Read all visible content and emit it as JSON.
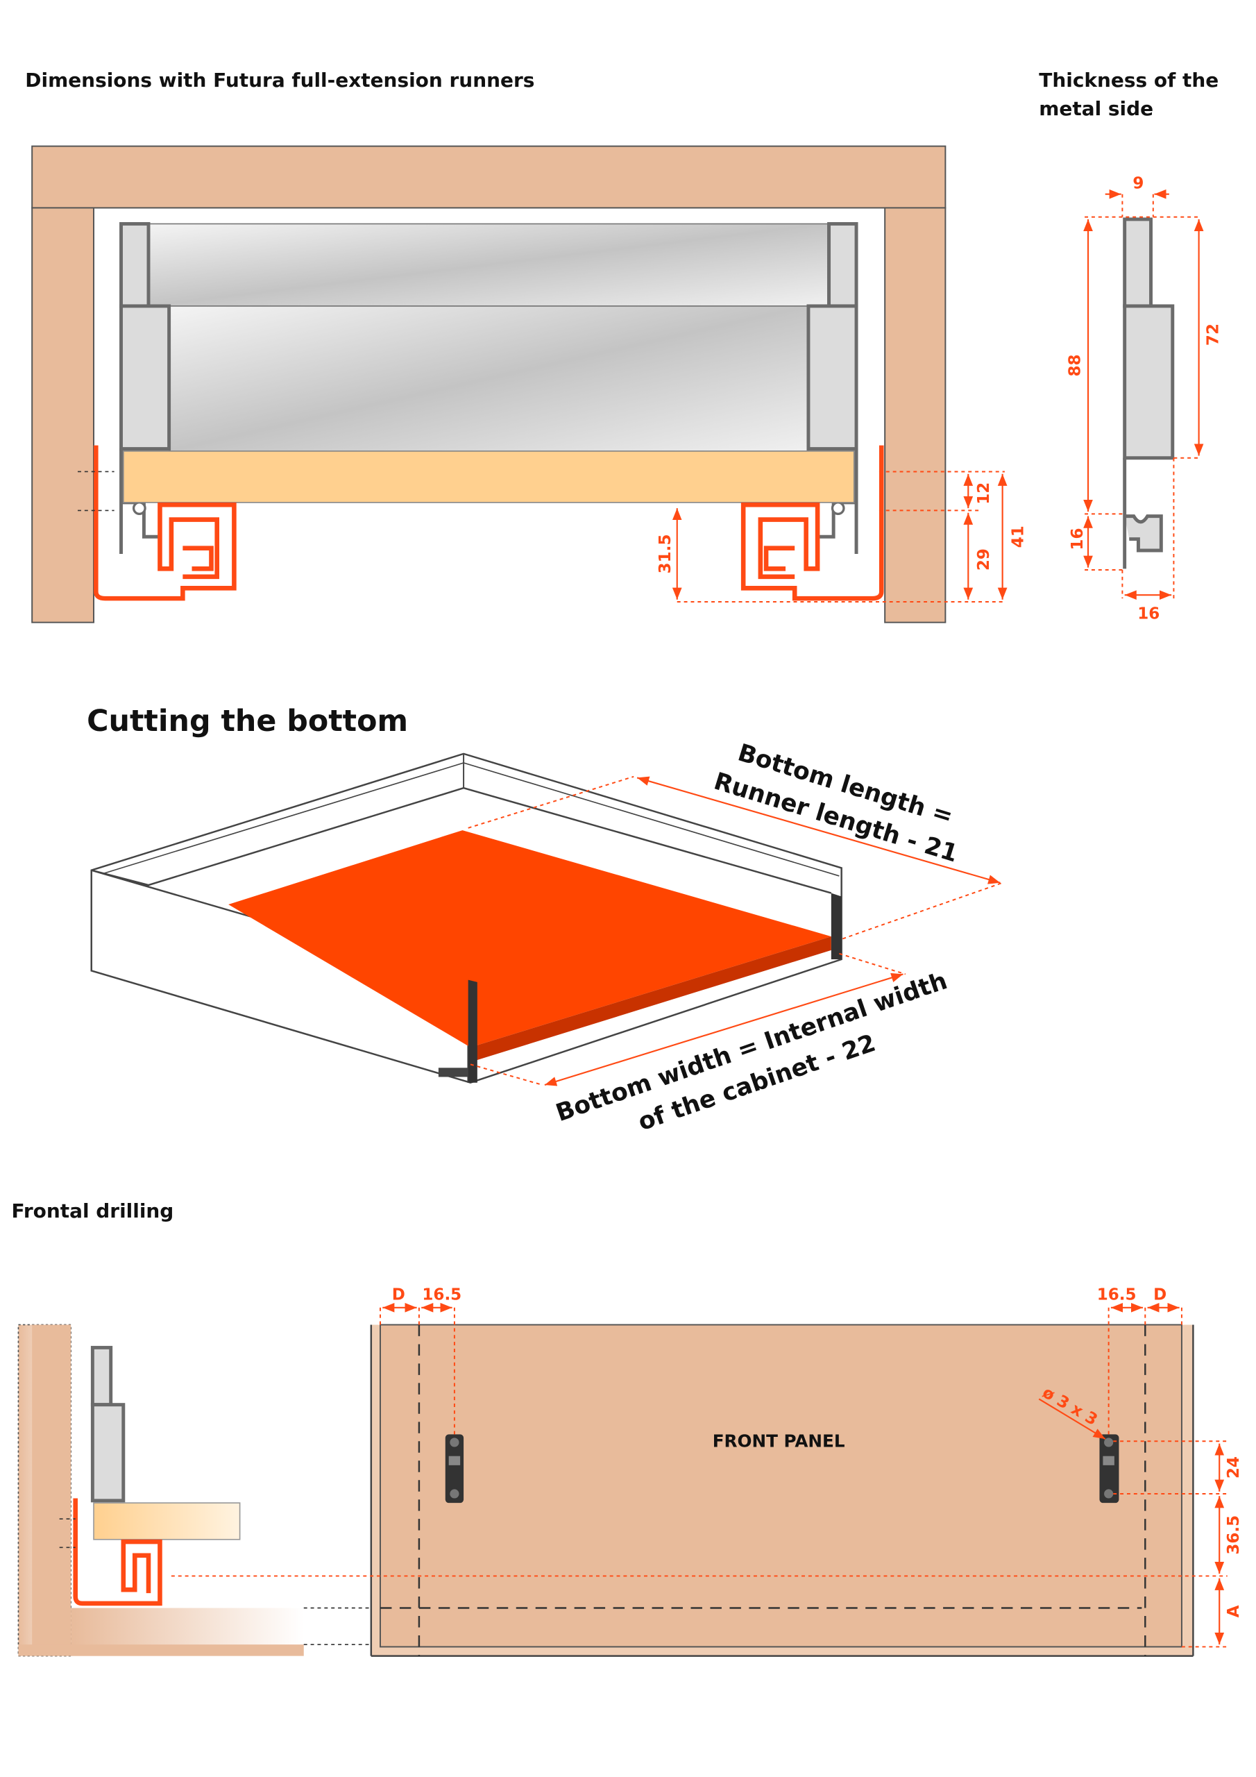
{
  "section1": {
    "title": "Dimensions with Futura full-extension runners",
    "dims": {
      "d12": "12",
      "d29": "29",
      "d41": "41",
      "d31_5": "31.5"
    }
  },
  "thickness": {
    "title_line1": "Thickness of the",
    "title_line2": "metal side",
    "dims": {
      "d9": "9",
      "d72": "72",
      "d88": "88",
      "d16v": "16",
      "d16h": "16"
    }
  },
  "section2": {
    "title": "Cutting the bottom",
    "length_line1": "Bottom length =",
    "length_line2": "Runner length - 21",
    "width_line1": "Bottom width = Internal width",
    "width_line2": "of the cabinet - 22"
  },
  "section3": {
    "title": "Frontal drilling",
    "panel_label": "FRONT PANEL",
    "dims": {
      "d_left": "D",
      "s_left": "16.5",
      "s_right": "16.5",
      "d_right": "D",
      "hole": "ø 3 x 3",
      "d24": "24",
      "d36_5": "36.5",
      "a": "A"
    }
  },
  "colors": {
    "accent": "#ff4a14",
    "wood": "#e8bb9b",
    "bottom_board": "#ffd08f",
    "metal": "#6b6b6b"
  }
}
